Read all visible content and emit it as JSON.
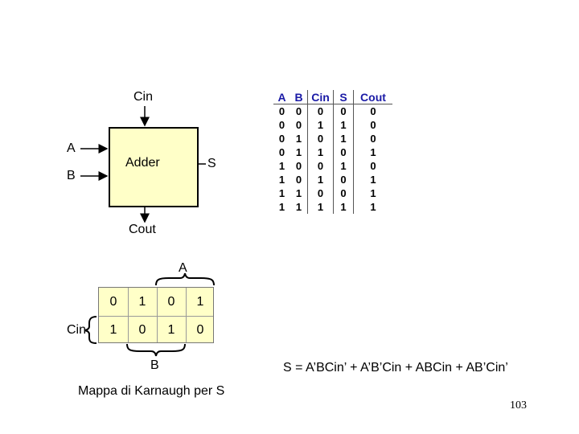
{
  "adder": {
    "label": "Adder",
    "inputs": {
      "cin": "Cin",
      "a": "A",
      "b": "B"
    },
    "outputs": {
      "s": "S",
      "cout": "Cout"
    }
  },
  "truth_table": {
    "headers": [
      "A",
      "B",
      "Cin",
      "S",
      "Cout"
    ],
    "rows": [
      [
        "0",
        "0",
        "0",
        "0",
        "0"
      ],
      [
        "0",
        "0",
        "1",
        "1",
        "0"
      ],
      [
        "0",
        "1",
        "0",
        "1",
        "0"
      ],
      [
        "0",
        "1",
        "1",
        "0",
        "1"
      ],
      [
        "1",
        "0",
        "0",
        "1",
        "0"
      ],
      [
        "1",
        "0",
        "1",
        "0",
        "1"
      ],
      [
        "1",
        "1",
        "0",
        "0",
        "1"
      ],
      [
        "1",
        "1",
        "1",
        "1",
        "1"
      ]
    ],
    "colors": {
      "header": "#1a1aa6"
    }
  },
  "kmap": {
    "label_a": "A",
    "label_b": "B",
    "label_cin": "Cin",
    "rows": [
      [
        "0",
        "1",
        "0",
        "1"
      ],
      [
        "1",
        "0",
        "1",
        "0"
      ]
    ],
    "caption": "Mappa di Karnaugh per S",
    "colors": {
      "fill": "#ffffc8"
    }
  },
  "equation": "S = A’BCin’ + A’B’Cin + ABCin + AB’Cin’",
  "page_number": "103"
}
